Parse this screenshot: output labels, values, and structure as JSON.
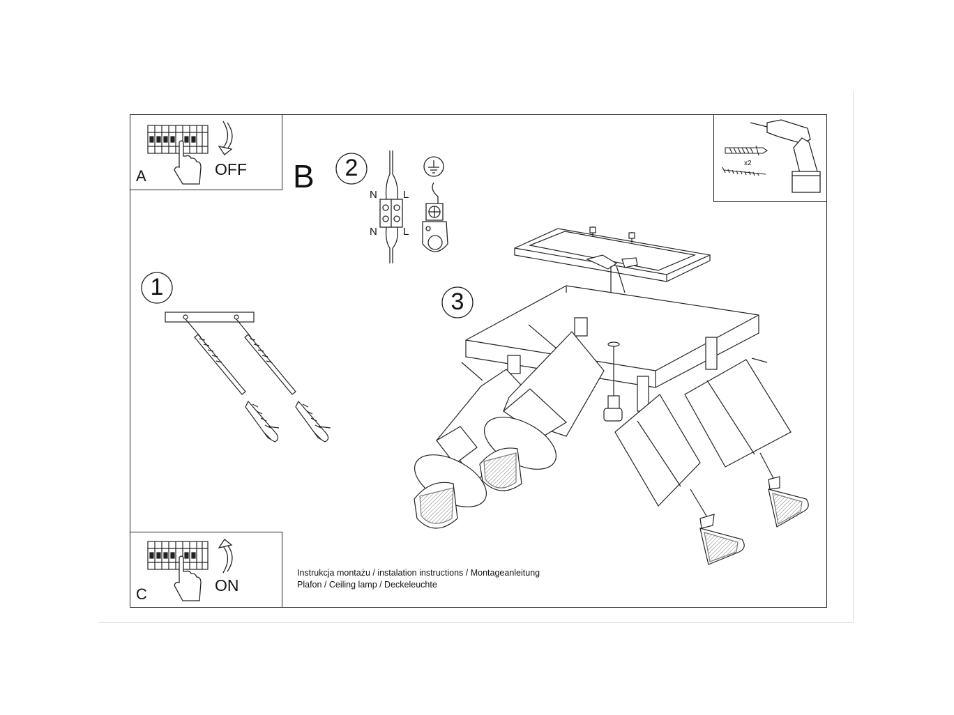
{
  "panels": {
    "a": {
      "letter": "A",
      "caption": "OFF"
    },
    "c": {
      "letter": "C",
      "caption": "ON"
    },
    "b": {
      "letter": "B"
    },
    "tools": {
      "quantity": "x2"
    }
  },
  "steps": {
    "one": "1",
    "two": "2",
    "three": "3"
  },
  "wiring": {
    "top_left": "N",
    "top_right": "L",
    "bottom_left": "N",
    "bottom_right": "L"
  },
  "footer": {
    "line1": "Instrukcja montażu / instalation instructions / Montageanleitung",
    "line2": "Plafon / Ceiling lamp / Deckeleuchte"
  },
  "icons": [
    "breaker-panel-icon",
    "hand-icon",
    "arrow-down-icon",
    "arrow-up-icon",
    "drill-icon",
    "wall-plug-icon",
    "screw-icon",
    "ground-icon",
    "terminal-block-icon"
  ]
}
